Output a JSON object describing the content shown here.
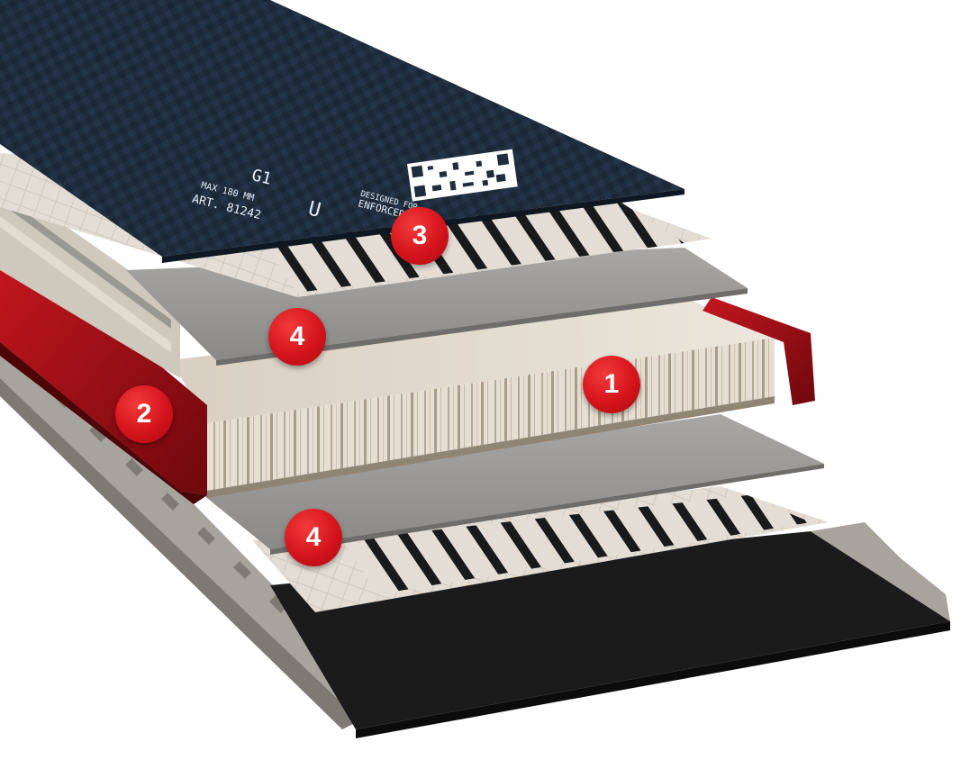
{
  "diagram": {
    "colors": {
      "top_sheet": "#1f2d3d",
      "fiber": "#e3ddd5",
      "stripe": "#1a1a1a",
      "laminate": "#9a9895",
      "core_light": "#e6ded2",
      "core_dark": "#b5aa99",
      "rail": "#b0121a",
      "rail_dark": "#6e080d",
      "edge_frame": "#a7a39d",
      "base": "#1b1b1b",
      "marker": "#d4141c"
    },
    "top_sheet_print": {
      "line1": "G1",
      "line2": "U",
      "line3": "ART. 81242",
      "line4": "MAX 180 MM",
      "line5": "ENFORCER",
      "line6": "DESIGNED FOR"
    },
    "markers": [
      {
        "id": "marker-1",
        "label": "1"
      },
      {
        "id": "marker-2",
        "label": "2"
      },
      {
        "id": "marker-3",
        "label": "3"
      },
      {
        "id": "marker-4a",
        "label": "4"
      },
      {
        "id": "marker-4b",
        "label": "4"
      }
    ]
  }
}
